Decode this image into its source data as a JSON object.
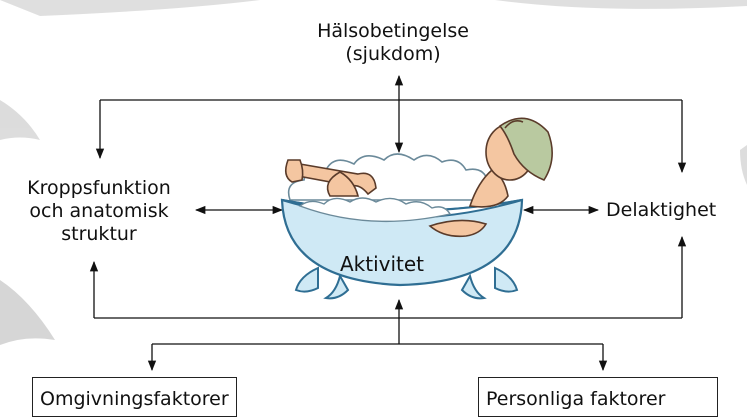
{
  "diagram": {
    "health_condition": [
      "Hälsobetingelse",
      "(sjukdom)"
    ],
    "body_function": [
      "Kroppsfunktion",
      "och anatomisk",
      "struktur"
    ],
    "activity": "Aktivitet",
    "participation": "Delaktighet",
    "environmental_factors": "Omgivningsfaktorer",
    "personal_factors": "Personliga faktorer"
  },
  "colors": {
    "line": "#111111",
    "tub": "#cfe9f5",
    "tub_outline": "#2f6e93",
    "skin": "#f4c6a1",
    "cap": "#b9c9a0"
  }
}
